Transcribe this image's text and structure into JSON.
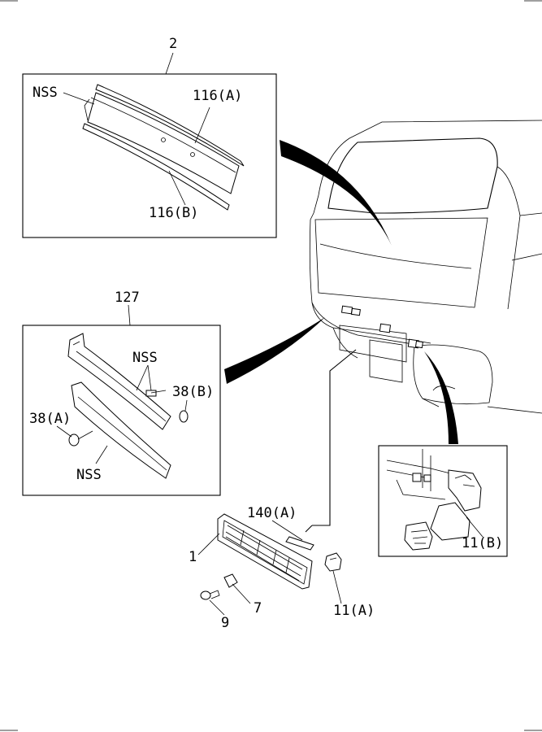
{
  "callouts": {
    "c2": "2",
    "nss_top": "NSS",
    "c116a": "116(A)",
    "c116b": "116(B)",
    "c127": "127",
    "nss_mid": "NSS",
    "c38b": "38(B)",
    "c38a": "38(A)",
    "nss_low": "NSS",
    "c140a": "140(A)",
    "c1": "1",
    "c7": "7",
    "c9": "9",
    "c11a": "11(A)",
    "c11b": "11(B)"
  }
}
